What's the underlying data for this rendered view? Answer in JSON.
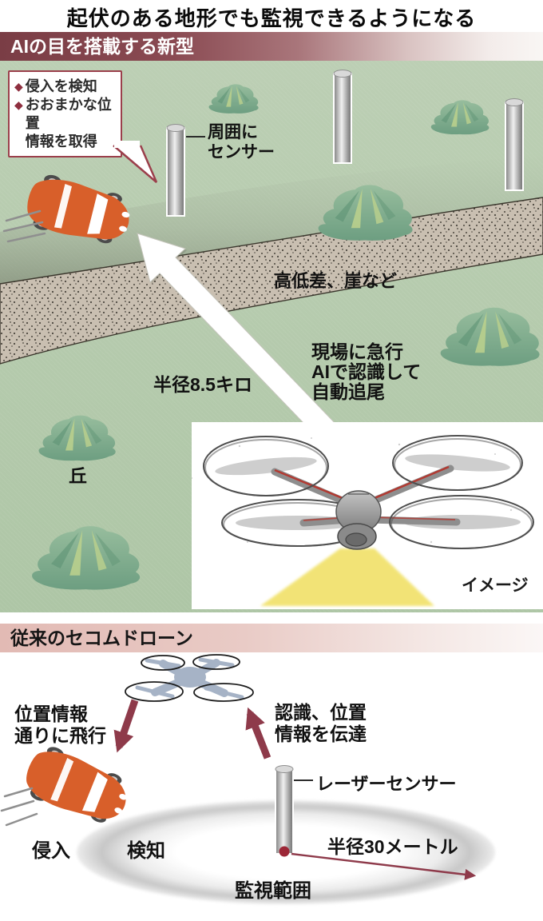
{
  "title": "起伏のある地形でも監視できるようになる",
  "bullet_char": "◆",
  "new_model": {
    "header": "AIの目を搭載する新型",
    "callout_items": [
      "侵入を検知",
      "おおまかな位置\n情報を取得"
    ],
    "sensor_label": "周囲に\nセンサー",
    "terrain_label": "高低差、崖など",
    "radius_label": "半径8.5キロ",
    "action_label": "現場に急行\nAIで認識して\n自動追尾",
    "hill_label": "丘",
    "image_caption": "イメージ"
  },
  "conventional": {
    "header": "従来のセコムドローン",
    "fly_label": "位置情報\n通りに飛行",
    "transmit_label": "認識、位置\n情報を伝達",
    "laser_label": "レーザーセンサー",
    "intrusion_label": "侵入",
    "detect_label": "検知",
    "radius_label": "半径30メートル",
    "range_label": "監視範囲"
  },
  "colors": {
    "accent_maroon": "#8e3a4a",
    "header_dark": "#7a3d45",
    "header_pink": "#e2bab4",
    "ground_green": "#b5cbad",
    "hill_green": "#7fae90",
    "road_tan": "#c9bfb1",
    "car_orange": "#d85f2a",
    "drone_slate": "#a6b3c6",
    "beam_yellow": "#f1e168"
  }
}
